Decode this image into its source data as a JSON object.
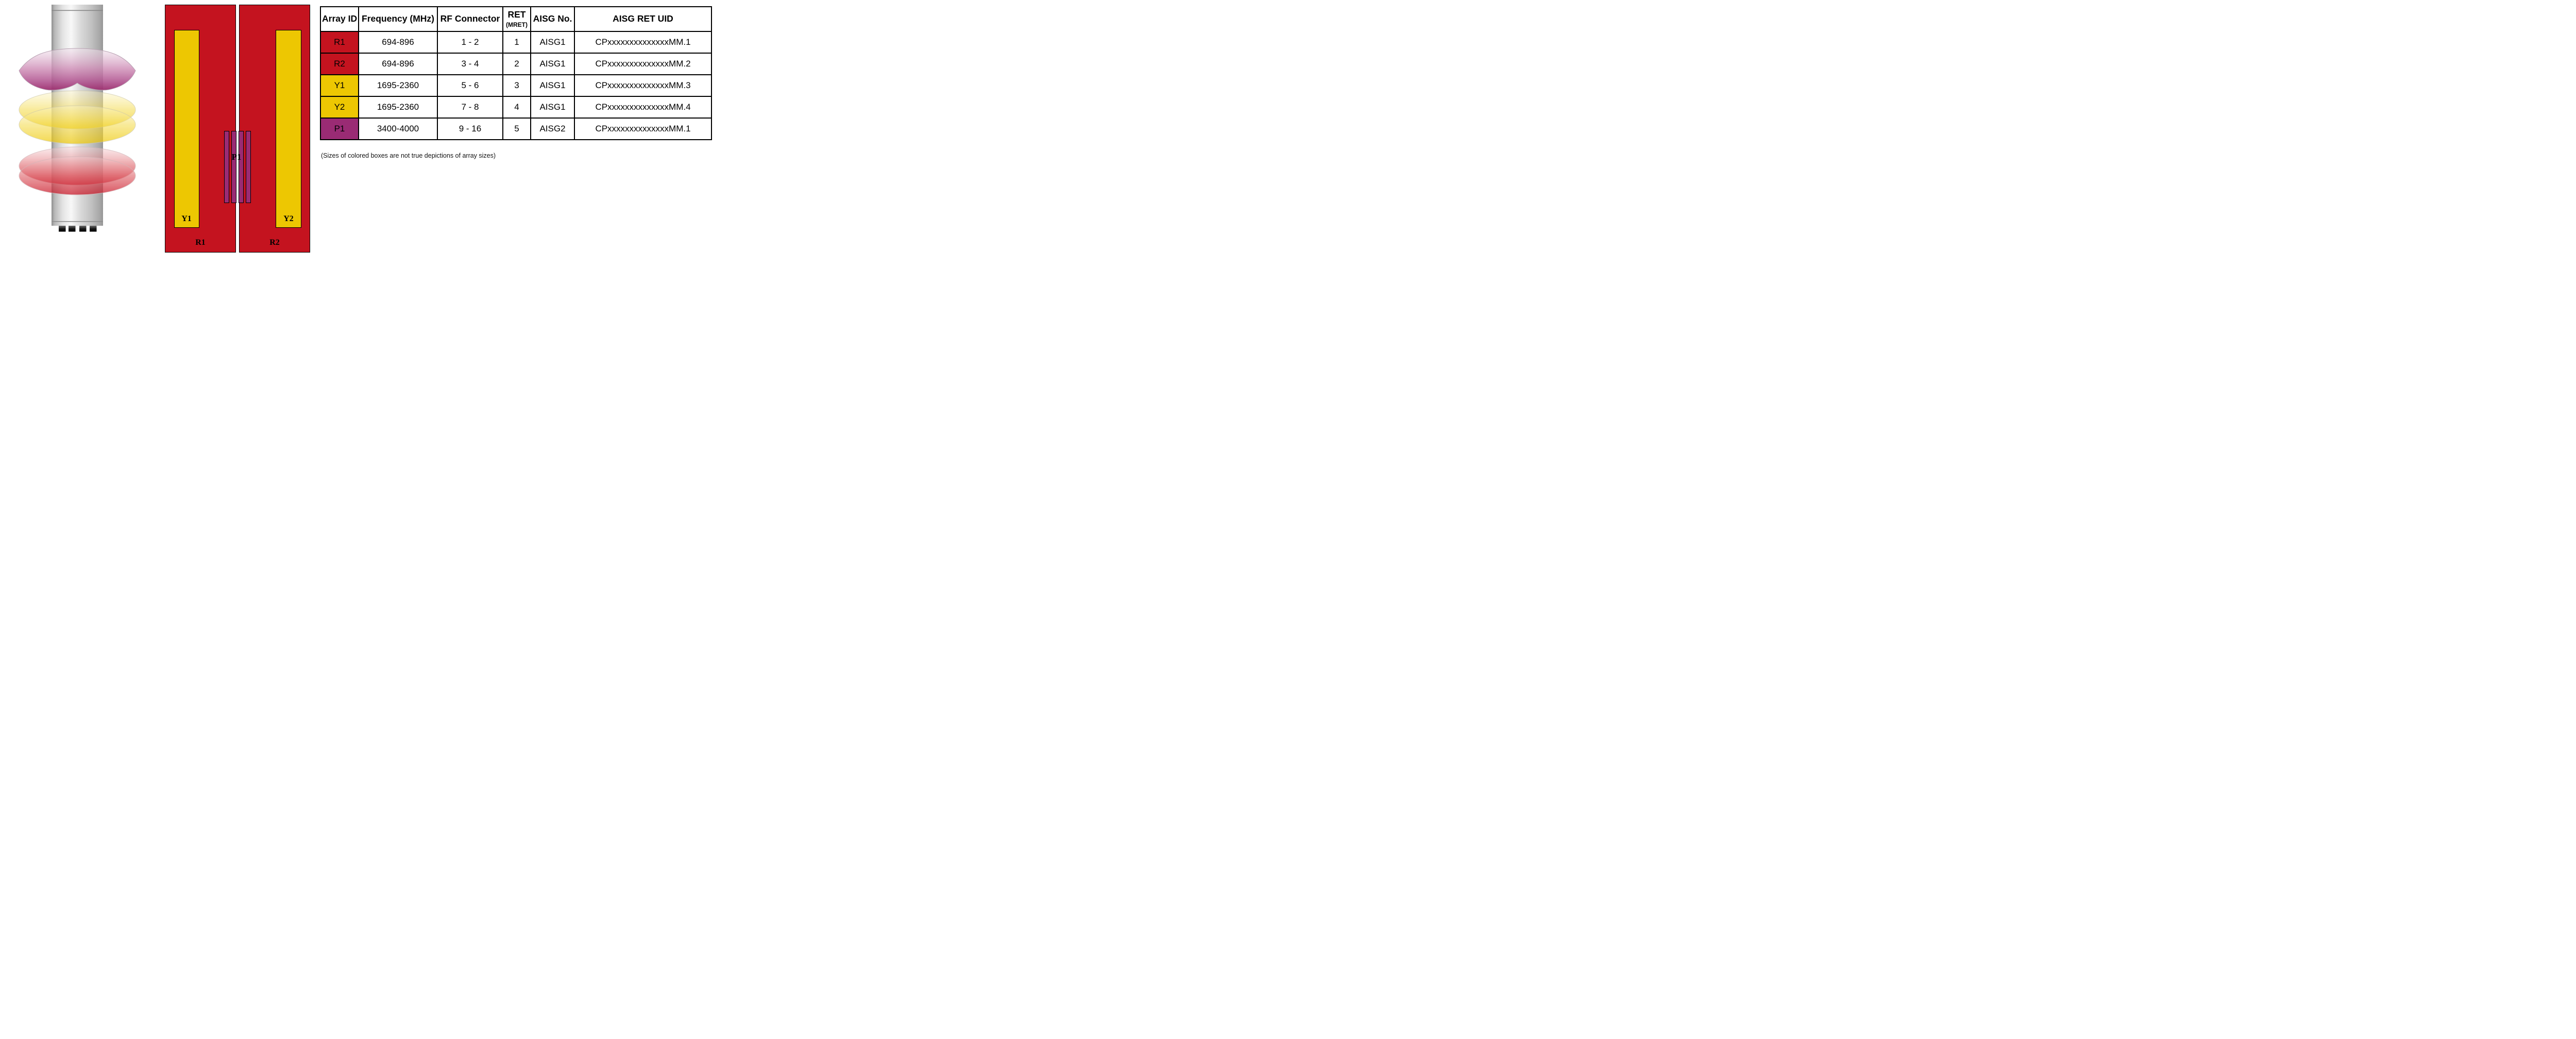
{
  "figure": {
    "note": "(Sizes of colored boxes are not true depictions of array sizes)"
  },
  "antenna": {
    "beams": [
      {
        "name": "upper-beam",
        "color": "#9c2e6e"
      },
      {
        "name": "middle-beam",
        "color": "#edc702"
      },
      {
        "name": "lower-beam",
        "color": "#c81425"
      }
    ]
  },
  "panels": {
    "r1_label": "R1",
    "r2_label": "R2",
    "y1_label": "Y1",
    "y2_label": "Y2",
    "p1_label": "P1"
  },
  "table": {
    "header": {
      "array_id": "Array ID",
      "frequency": "Frequency (MHz)",
      "rf_connector": "RF Connector",
      "ret": "RET",
      "ret_sub": "(MRET)",
      "aisg_no": "AISG No.",
      "aisg_ret_uid": "AISG RET UID"
    },
    "rows": [
      {
        "id": "R1",
        "color": "#c4131f",
        "frequency": "694-896",
        "rf_connector": "1 - 2",
        "ret": "1",
        "aisg_no": "AISG1",
        "aisg_ret_uid": "CPxxxxxxxxxxxxxxMM.1"
      },
      {
        "id": "R2",
        "color": "#c4131f",
        "frequency": "694-896",
        "rf_connector": "3 - 4",
        "ret": "2",
        "aisg_no": "AISG1",
        "aisg_ret_uid": "CPxxxxxxxxxxxxxxMM.2"
      },
      {
        "id": "Y1",
        "color": "#edc702",
        "frequency": "1695-2360",
        "rf_connector": "5 - 6",
        "ret": "3",
        "aisg_no": "AISG1",
        "aisg_ret_uid": "CPxxxxxxxxxxxxxxMM.3"
      },
      {
        "id": "Y2",
        "color": "#edc702",
        "frequency": "1695-2360",
        "rf_connector": "7 - 8",
        "ret": "4",
        "aisg_no": "AISG1",
        "aisg_ret_uid": "CPxxxxxxxxxxxxxxMM.4"
      },
      {
        "id": "P1",
        "color": "#9a2b74",
        "frequency": "3400-4000",
        "rf_connector": "9 - 16",
        "ret": "5",
        "aisg_no": "AISG2",
        "aisg_ret_uid": "CPxxxxxxxxxxxxxxMM.1"
      }
    ]
  },
  "colors": {
    "array_red": "#c4131f",
    "array_yellow": "#edc702",
    "array_purple": "#9a2b74",
    "table_border": "#000000"
  }
}
